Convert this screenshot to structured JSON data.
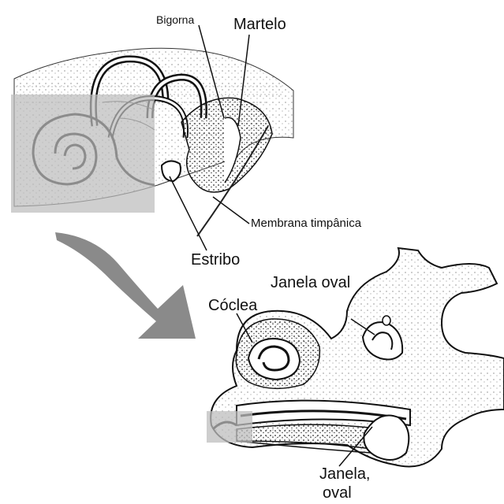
{
  "labels": {
    "bigorna": "Bigorna",
    "martelo": "Martelo",
    "membrana_timpanica": "Membrana timpânica",
    "estribo": "Estribo",
    "janela_oval_top": "Janela oval",
    "coclea": "Cóclea",
    "janela_bottom_line1": "Janela,",
    "janela_bottom_line2": "oval"
  },
  "colors": {
    "ink": "#111111",
    "arrow": "#8a8a8a",
    "cochlea_overlay": "#bdbdbd",
    "stipple": "#2b2b2b"
  },
  "icons": {
    "arrow": "curved-arrow-icon"
  }
}
